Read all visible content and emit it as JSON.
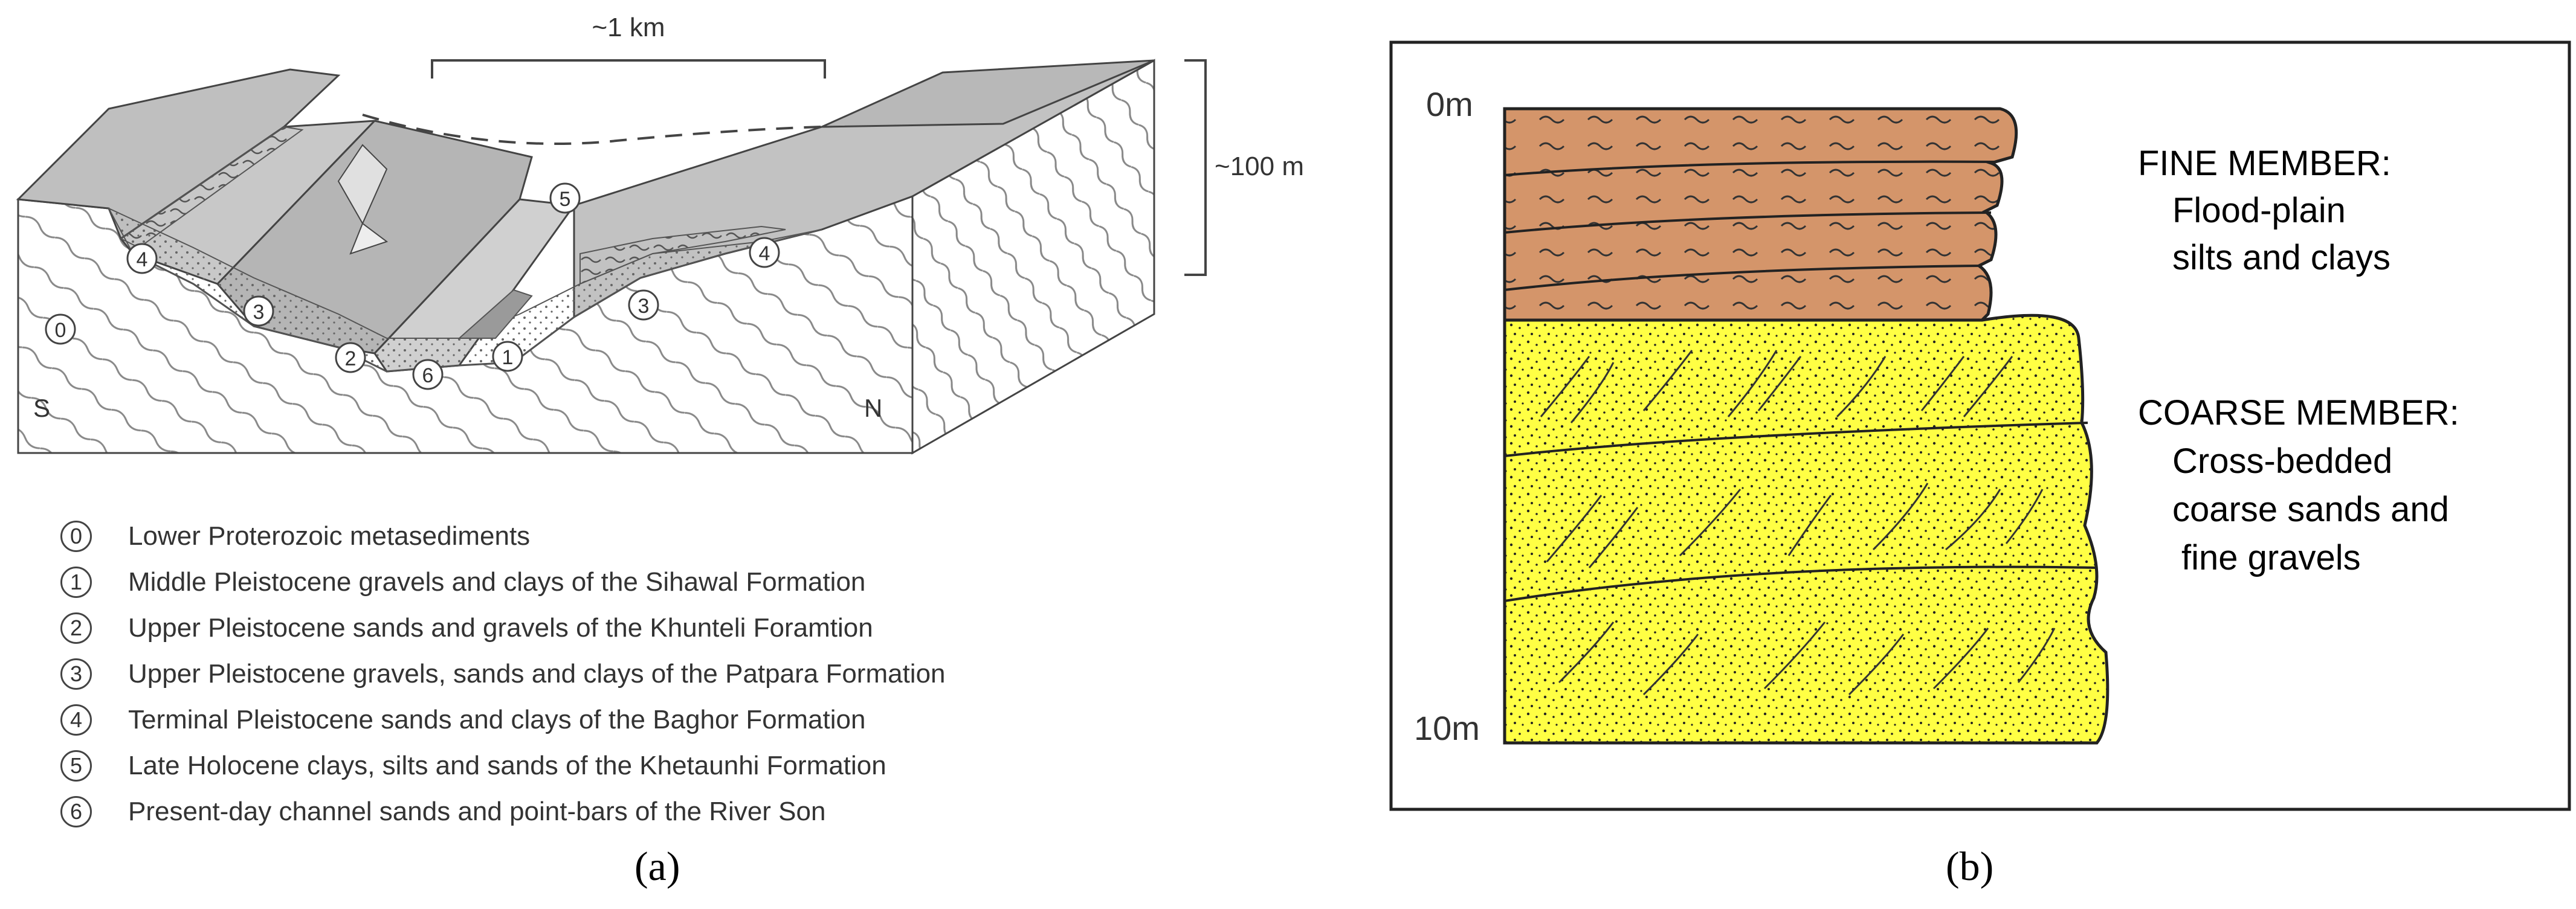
{
  "panel_a": {
    "caption": "(a)",
    "scale_horizontal": "~1 km",
    "scale_vertical": "~100 m",
    "direction_south": "S",
    "direction_north": "N",
    "legend": [
      {
        "num": "0",
        "text": "Lower Proterozoic metasediments"
      },
      {
        "num": "1",
        "text": "Middle Pleistocene gravels and clays of the Sihawal Formation"
      },
      {
        "num": "2",
        "text": "Upper Pleistocene sands and gravels of the Khunteli Foramtion"
      },
      {
        "num": "3",
        "text": "Upper Pleistocene gravels, sands and clays of the Patpara Formation"
      },
      {
        "num": "4",
        "text": "Terminal Pleistocene sands and clays of the Baghor Formation"
      },
      {
        "num": "5",
        "text": "Late Holocene clays, silts and sands of the Khetaunhi Formation"
      },
      {
        "num": "6",
        "text": "Present-day channel sands and point-bars of the River Son"
      }
    ]
  },
  "panel_b": {
    "caption": "(b)",
    "depth_top": "0m",
    "depth_bottom": "10m",
    "fine_member": {
      "title": "FINE MEMBER:",
      "line1": "Flood-plain",
      "line2": "silts and clays",
      "color": "#d4956a"
    },
    "coarse_member": {
      "title": "COARSE MEMBER:",
      "line1": "Cross-bedded",
      "line2": "coarse sands and",
      "line3": "fine gravels",
      "color": "#ffff44"
    }
  }
}
